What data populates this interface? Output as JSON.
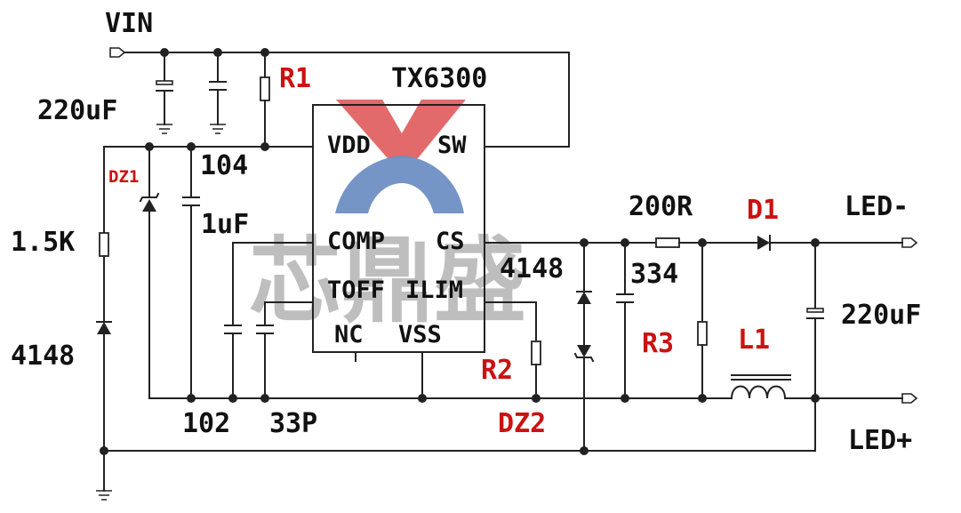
{
  "colors": {
    "wire": "#222222",
    "label": "#111111",
    "ref_label": "#cc1111",
    "logo_red": "#e05a5a",
    "logo_blue": "#6f8fc4",
    "watermark": "#8a8a8a"
  },
  "labels": {
    "vin": "VIN",
    "r1": "R1",
    "ic_part": "TX6300",
    "c_in_bulk": "220uF",
    "c_in_small": "104",
    "dz1": "DZ1",
    "c_vdd": "1uF",
    "r_series": "1.5K",
    "d_left": "4148",
    "c_comp": "102",
    "c_toff": "33P",
    "r2": "R2",
    "dz2": "DZ2",
    "d_mid": "4148",
    "r_cs": "200R",
    "c_cs": "334",
    "r3": "R3",
    "d1": "D1",
    "l1": "L1",
    "c_out": "220uF",
    "led_minus": "LED-",
    "led_plus": "LED+"
  },
  "ic_pins": {
    "vdd": "VDD",
    "sw": "SW",
    "comp": "COMP",
    "cs": "CS",
    "toff": "TOFF",
    "ilim": "ILIM",
    "nc": "NC",
    "vss": "VSS"
  },
  "watermark": {
    "text": "芯鼎盛",
    "icons": [
      "logo-icon"
    ]
  },
  "icons": [
    "ground-icon",
    "capacitor-icon",
    "electrolytic-capacitor-icon",
    "resistor-icon",
    "diode-icon",
    "zener-diode-icon",
    "inductor-icon",
    "terminal-icon",
    "logo-icon"
  ]
}
